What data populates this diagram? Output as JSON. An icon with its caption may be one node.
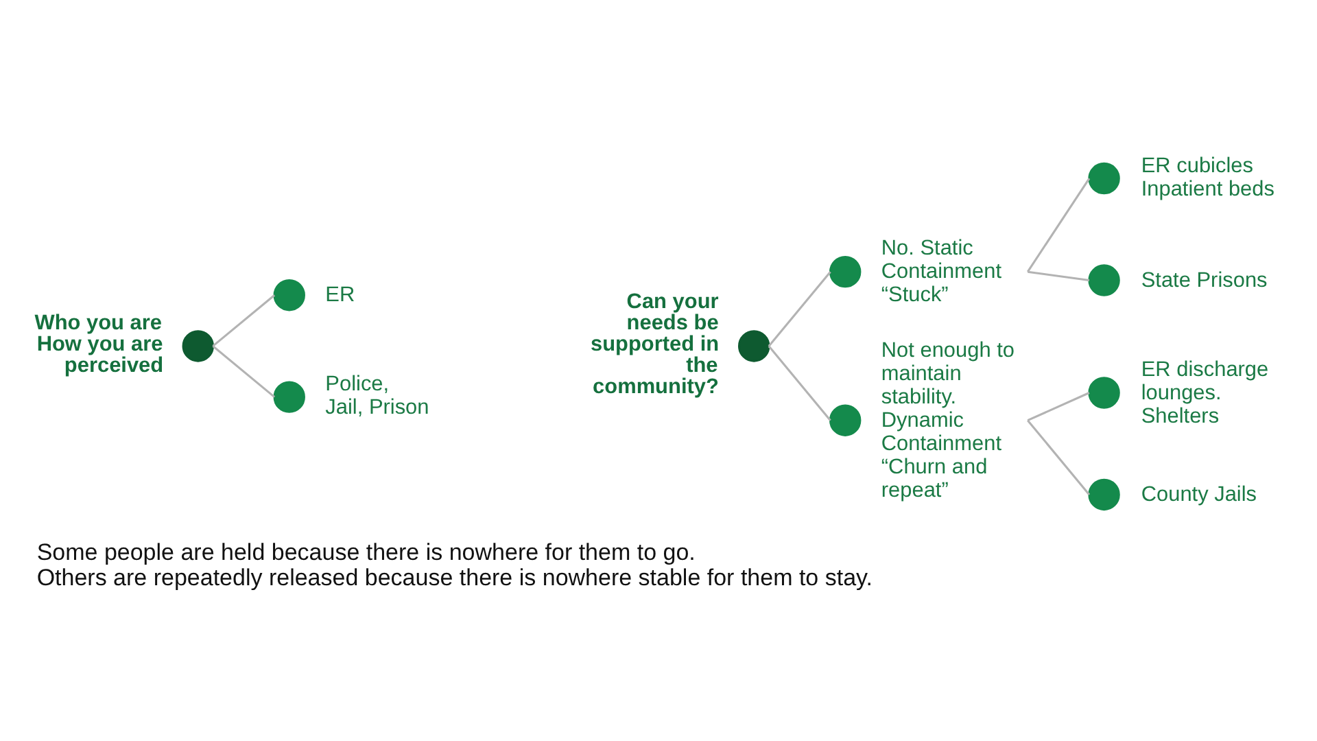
{
  "diagram": {
    "caption": "Some people are held because there is nowhere for them to go. Others are repeatedly released because there is nowhere stable for them to stay.",
    "nodes": [
      {
        "text": [],
        "shape": "circle",
        "beside": [
          "Who you are How you are perceived"
        ]
      },
      {
        "text": [],
        "shape": "circle",
        "beside": [
          "ER"
        ]
      },
      {
        "text": [],
        "shape": "circle",
        "beside": [
          "Police, Jail, Prison"
        ]
      },
      {
        "text": [],
        "shape": "circle",
        "beside": [
          "Can your needs be supported in the community?"
        ]
      },
      {
        "text": [],
        "shape": "circle"
      },
      {
        "text": [
          "No. Static Containment “Stuck”"
        ]
      },
      {
        "text": [],
        "shape": "circle"
      },
      {
        "text": [
          "Not enough to maintain stability. Dynamic Containment “Churn and repeat”"
        ]
      },
      {
        "text": [],
        "shape": "circle",
        "beside": [
          "ER cubicles Inpatient beds"
        ]
      },
      {
        "text": [],
        "shape": "circle",
        "beside": [
          "State Prisons"
        ]
      },
      {
        "text": [],
        "shape": "circle",
        "beside": [
          "ER discharge lounges. Shelters"
        ]
      },
      {
        "text": [],
        "shape": "circle",
        "beside": [
          "County Jails"
        ]
      }
    ],
    "edges": [
      {
        "from": 0,
        "to": 1,
        "arrow": "none"
      },
      {
        "from": 0,
        "to": 2,
        "arrow": "none"
      },
      {
        "from": 3,
        "to": 4,
        "arrow": "none"
      },
      {
        "from": 3,
        "to": 6,
        "arrow": "none"
      },
      {
        "from": 5,
        "to": 8,
        "arrow": "none"
      },
      {
        "from": 5,
        "to": 9,
        "arrow": "none"
      },
      {
        "from": 7,
        "to": 10,
        "arrow": "none"
      },
      {
        "from": 7,
        "to": 11,
        "arrow": "none"
      }
    ]
  }
}
